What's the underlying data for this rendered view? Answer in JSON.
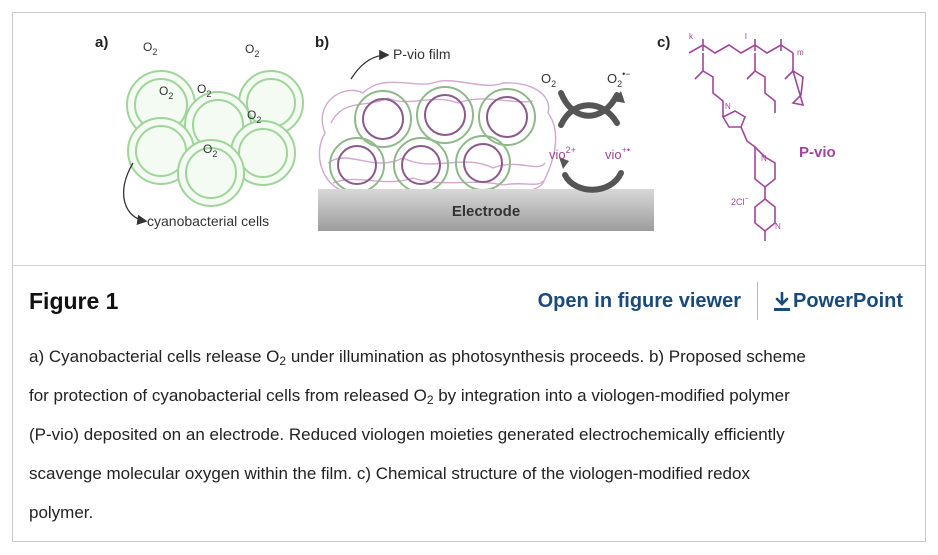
{
  "figure": {
    "panel_a_label": "a)",
    "panel_b_label": "b)",
    "panel_c_label": "c)",
    "o2": "O",
    "o2_sub": "2",
    "o2_radical": "O",
    "o2_radical_sup": "•−",
    "cells_label": "cyanobacterial cells",
    "film_label": "P-vio film",
    "electrode_label": "Electrode",
    "vio2_label": "vio",
    "vio2_sup": "2+",
    "vio_rad_label": "vio",
    "vio_rad_sup": "+•",
    "pvio_label": "P-vio",
    "counterion_label": "2Cl",
    "counterion_sup": "−",
    "ring_n1": "N",
    "ring_n2": "N",
    "triazole_n": "N",
    "sub_k": "k",
    "sub_l": "l",
    "sub_m": "m",
    "colors": {
      "green": "#9fd49a",
      "purple": "#a0469a",
      "gray": "#bdbdbd"
    }
  },
  "header": {
    "title": "Figure 1",
    "open_viewer": "Open in figure viewer",
    "powerpoint": "PowerPoint"
  },
  "caption": {
    "l1a": "a) Cyanobacterial cells release O",
    "l1sub": "2",
    "l1b": " under illumination as photosynthesis proceeds. b) Proposed scheme",
    "l2a": "for protection of cyanobacterial cells from released O",
    "l2sub": "2",
    "l2b": " by integration into a viologen-modified polymer",
    "l3": "(P-vio) deposited on an electrode. Reduced viologen moieties generated electrochemically efficiently",
    "l4": "scavenge molecular oxygen within the film. c) Chemical structure of the viologen-modified redox",
    "l5": "polymer."
  }
}
